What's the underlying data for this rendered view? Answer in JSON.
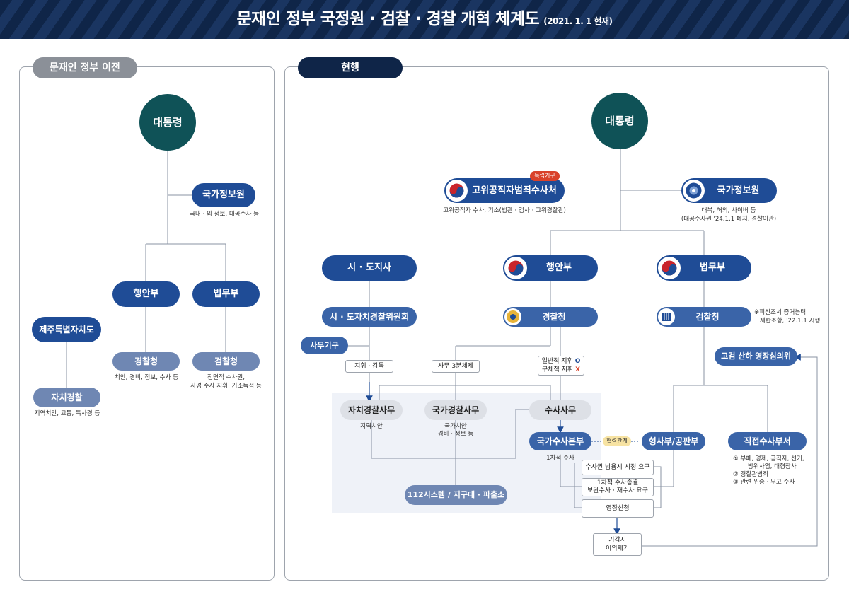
{
  "header": {
    "title": "문재인 정부 국정원 · 검찰 · 경찰 개혁 체계도",
    "date": "(2021. 1. 1 현재)"
  },
  "before": {
    "tab": "문재인 정부 이전",
    "president": "대통령",
    "nis": "국가정보원",
    "nis_desc": "국내 · 외 정보, 대공수사 등",
    "moi": "행안부",
    "moj": "법무부",
    "jeju": "제주특별자치도",
    "police": "경찰청",
    "police_desc": "치안, 경비, 정보, 수사 등",
    "prosecution": "검찰청",
    "prosecution_desc_1": "전면적 수사권,",
    "prosecution_desc_2": "사경 수사 지휘, 기소독점 등",
    "autonomous_police": "자치경찰",
    "autonomous_police_desc": "지역치안, 교통, 특사경 등"
  },
  "current": {
    "tab": "현행",
    "president": "대통령",
    "cio": "고위공직자범죄수사처",
    "cio_badge": "독립기구",
    "cio_desc": "고위공직자 수사, 기소(법관 · 검사 · 고위경찰관)",
    "nis": "국가정보원",
    "nis_desc_1": "대북, 해외, 사이버 등",
    "nis_desc_2": "(대공수사권 '24.1.1 폐지, 경찰이관)",
    "city": "시 · 도지사",
    "moi": "행안부",
    "moj": "법무부",
    "committee": "시 · 도자치경찰위원회",
    "police": "경찰청",
    "prosecution": "검찰청",
    "prosecution_note_1": "※피신조서 증거능력",
    "prosecution_note_2": "제한조항, '22.1.1 시행",
    "secretariat": "사무기구",
    "supervision": "지휘 · 감독",
    "three_way": "사무 3분체제",
    "command_general": "일반적 지휘",
    "command_general_mark": "O",
    "command_specific": "구체적 지휘",
    "command_specific_mark": "X",
    "high_court_committee": "고검 산하 영장심의위",
    "auto_police": "자치경찰사무",
    "auto_police_desc": "지역치안",
    "nat_police": "국가경찰사무",
    "nat_police_desc_1": "국가치안",
    "nat_police_desc_2": "경비 · 정보 등",
    "investigation": "수사사무",
    "nib": "국가수사본부",
    "nib_desc": "1차적 수사",
    "cooperation": "협력관계",
    "criminal_dept": "형사부/공판부",
    "direct_dept": "직접수사부서",
    "direct_desc_1": "① 부패, 경제, 공직자, 선거,",
    "direct_desc_2": "방위사업, 대형참사",
    "direct_desc_3": "② 경찰관범죄",
    "direct_desc_4": "③ 관련 위증 · 무고 수사",
    "system_112": "112시스템 / 지구대 · 파출소",
    "box_abuse": "수사권 남용시 시정 요구",
    "box_close_1": "1차적 수사종결",
    "box_close_2": "보완수사 · 재수사 요구",
    "box_warrant": "영장신청",
    "box_dismiss_1": "기각시",
    "box_dismiss_2": "이의제기"
  },
  "colors": {
    "banner": "#0f2548",
    "circle": "#0f5257",
    "pill": "#1f4c96",
    "badge": "#d9422b"
  }
}
